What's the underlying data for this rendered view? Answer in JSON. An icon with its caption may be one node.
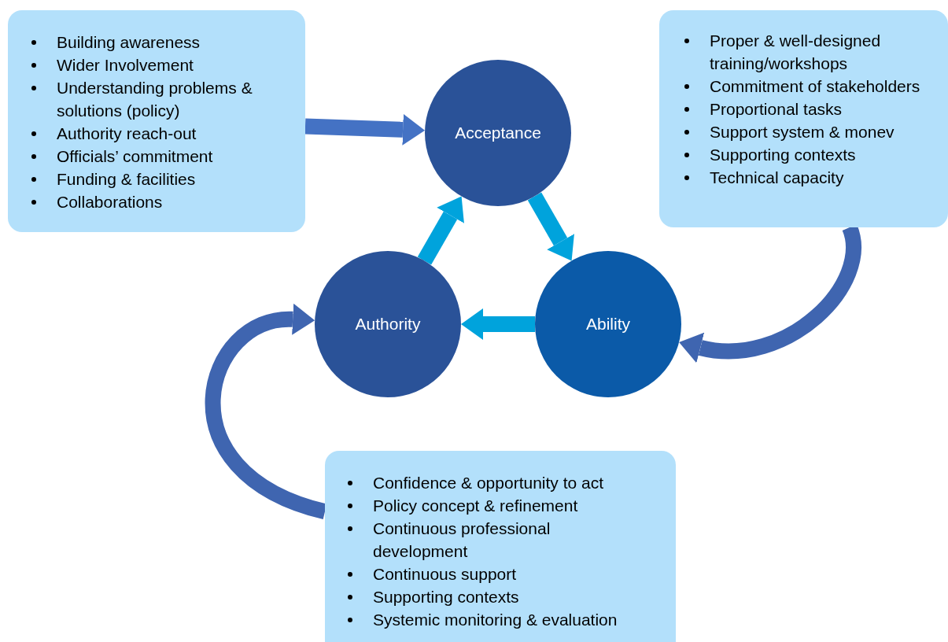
{
  "diagram": {
    "nodes": [
      {
        "text": [
          "Building awareness",
          "Wider Involvement",
          "Understanding problems & solutions (policy)",
          "Authority reach-out",
          "Officials’ commitment",
          "Funding & facilities",
          "Collaborations"
        ]
      },
      {
        "text": [
          "Acceptance"
        ]
      },
      {
        "text": [
          "Proper & well-designed training/workshops",
          "Commitment of stakeholders",
          "Proportional tasks",
          "Support system & monev",
          "Supporting contexts",
          "Technical capacity"
        ]
      },
      {
        "text": [
          "Authority"
        ]
      },
      {
        "text": [
          "Ability"
        ]
      },
      {
        "text": [
          "Confidence & opportunity to act",
          "Policy concept & refinement",
          "Continuous professional development",
          "Continuous support",
          "Supporting contexts",
          "Systemic monitoring & evaluation"
        ]
      }
    ],
    "edges": [
      {
        "from": 0,
        "to": 1,
        "arrow": "to",
        "color": "#4472c4"
      },
      {
        "from": 1,
        "to": 4,
        "arrow": "to",
        "color": "#00a3dc"
      },
      {
        "from": 4,
        "to": 3,
        "arrow": "to",
        "color": "#00a3dc"
      },
      {
        "from": 3,
        "to": 1,
        "arrow": "to",
        "color": "#00a3dc"
      },
      {
        "from": 2,
        "to": 4,
        "arrow": "to",
        "color": "#3f65b0"
      },
      {
        "from": 5,
        "to": 3,
        "arrow": "to",
        "color": "#3f65b0"
      }
    ]
  }
}
